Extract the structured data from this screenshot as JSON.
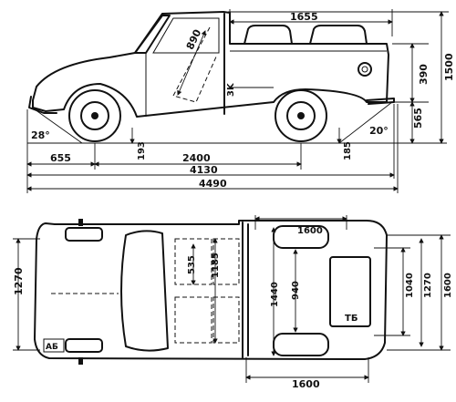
{
  "side_view": {
    "dims": {
      "cargo_length": "1655",
      "bed_height": "390",
      "overall_height": "1500",
      "rear_overhang_height": "565",
      "departure_angle": "20°",
      "approach_angle": "28°",
      "front_overhang": "655",
      "ground_clearance": "193",
      "wheelbase": "2400",
      "rear_clearance": "185",
      "cab_length": "4130",
      "overall_length": "4490",
      "seat_diag": "890",
      "cab_marker": "3K"
    }
  },
  "top_view": {
    "dims": {
      "width_left": "1270",
      "seat_depth": "535",
      "seat_width": "1185",
      "cargo_inner_width": "1440",
      "cargo_inner_len": "940",
      "rear_track": "1040",
      "width_right": "1270",
      "overall_width": "1600",
      "bottom_length": "1600",
      "top_length": "1600",
      "fuel_tank": "ТБ",
      "battery": "АБ"
    }
  }
}
